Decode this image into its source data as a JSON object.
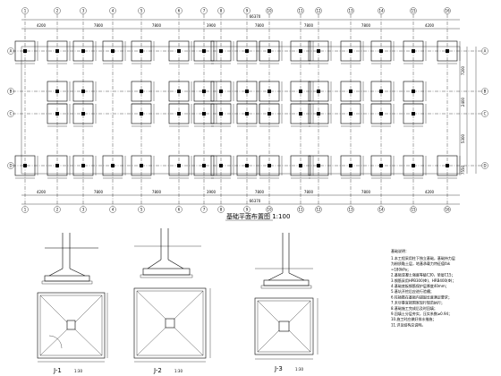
{
  "plan": {
    "title": "基础平面布置图 1:100",
    "grid_columns": [
      "1",
      "2",
      "3",
      "4",
      "5",
      "6",
      "7",
      "8",
      "9",
      "10",
      "11",
      "12",
      "13",
      "14",
      "15",
      "16"
    ],
    "grid_rows": [
      "A",
      "B",
      "C",
      "D"
    ],
    "dimension_total": "66370",
    "span_labels": [
      "4200",
      "7800",
      "7800",
      "3900",
      "7800",
      "7800",
      "7800",
      "4200"
    ],
    "row_spacing_labels": [
      "7200",
      "2400",
      "5300",
      "7550"
    ]
  },
  "details": [
    {
      "label": "J-1",
      "scale": "1:30"
    },
    {
      "label": "J-2",
      "scale": "1:30"
    },
    {
      "label": "J-3",
      "scale": "1:30"
    }
  ],
  "notes": {
    "title": "基础说明：",
    "lines": [
      "1.本工程采用柱下独立基础，基础持力层",
      "  为粉质黏土层，地基承载力特征值fak",
      "  =180kPa；",
      "2.基础混凝土强度等级C30，垫层C15；",
      "3.钢筋采用HPB300(Φ)、HRB400(Φ)；",
      "4.基础底板钢筋保护层厚度40mm；",
      "5.基坑开挖后应进行验槽；",
      "6.柱插筋在基础内锚固长度满足要求；",
      "7.未尽事宜按国家现行规范执行；",
      "8.基础施工完成后及时回填；",
      "9.回填土分层夯实，压实系数≥0.94；",
      "10.施工时应做好排水措施；",
      "11.详见结构总说明。"
    ]
  }
}
